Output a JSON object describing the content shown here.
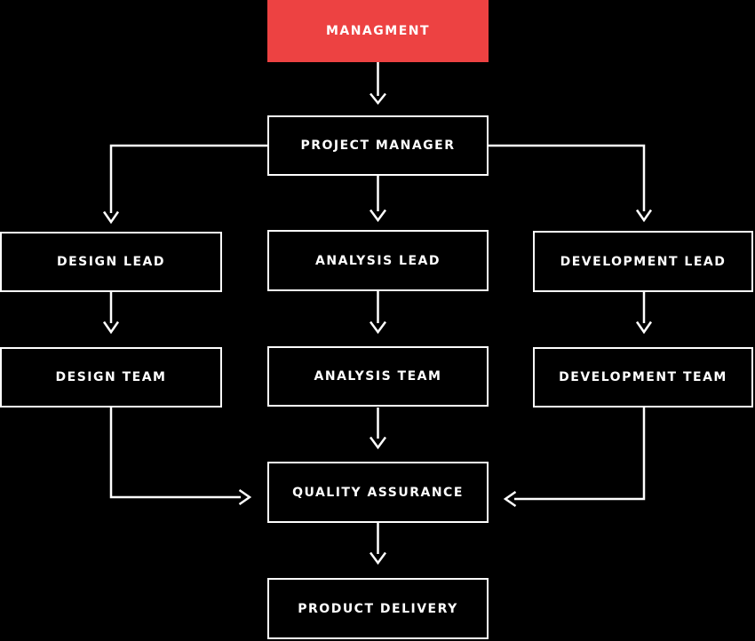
{
  "diagram_type": "org-flowchart",
  "colors": {
    "background": "#000000",
    "accent_red": "#ED4242",
    "node_border": "#FFFFFF",
    "text": "#FFFFFF",
    "arrow": "#FFFFFF"
  },
  "nodes": {
    "managment": {
      "label": "MANAGMENT",
      "style": "accent-red-filled"
    },
    "project_manager": {
      "label": "PROJECT MANAGER",
      "style": "outlined"
    },
    "design_lead": {
      "label": "DESIGN LEAD",
      "style": "outlined"
    },
    "analysis_lead": {
      "label": "ANALYSIS LEAD",
      "style": "outlined"
    },
    "development_lead": {
      "label": "DEVELOPMENT LEAD",
      "style": "outlined"
    },
    "design_team": {
      "label": "DESIGN TEAM",
      "style": "outlined"
    },
    "analysis_team": {
      "label": "ANALYSIS TEAM",
      "style": "outlined"
    },
    "development_team": {
      "label": "DEVELOPMENT TEAM",
      "style": "outlined"
    },
    "quality_assurance": {
      "label": "QUALITY ASSURANCE",
      "style": "outlined"
    },
    "product_delivery": {
      "label": "PRODUCT DELIVERY",
      "style": "outlined"
    }
  },
  "edges": [
    {
      "from": "managment",
      "to": "project_manager"
    },
    {
      "from": "project_manager",
      "to": "design_lead"
    },
    {
      "from": "project_manager",
      "to": "analysis_lead"
    },
    {
      "from": "project_manager",
      "to": "development_lead"
    },
    {
      "from": "design_lead",
      "to": "design_team"
    },
    {
      "from": "analysis_lead",
      "to": "analysis_team"
    },
    {
      "from": "development_lead",
      "to": "development_team"
    },
    {
      "from": "design_team",
      "to": "quality_assurance"
    },
    {
      "from": "analysis_team",
      "to": "quality_assurance"
    },
    {
      "from": "development_team",
      "to": "quality_assurance"
    },
    {
      "from": "quality_assurance",
      "to": "product_delivery"
    }
  ]
}
